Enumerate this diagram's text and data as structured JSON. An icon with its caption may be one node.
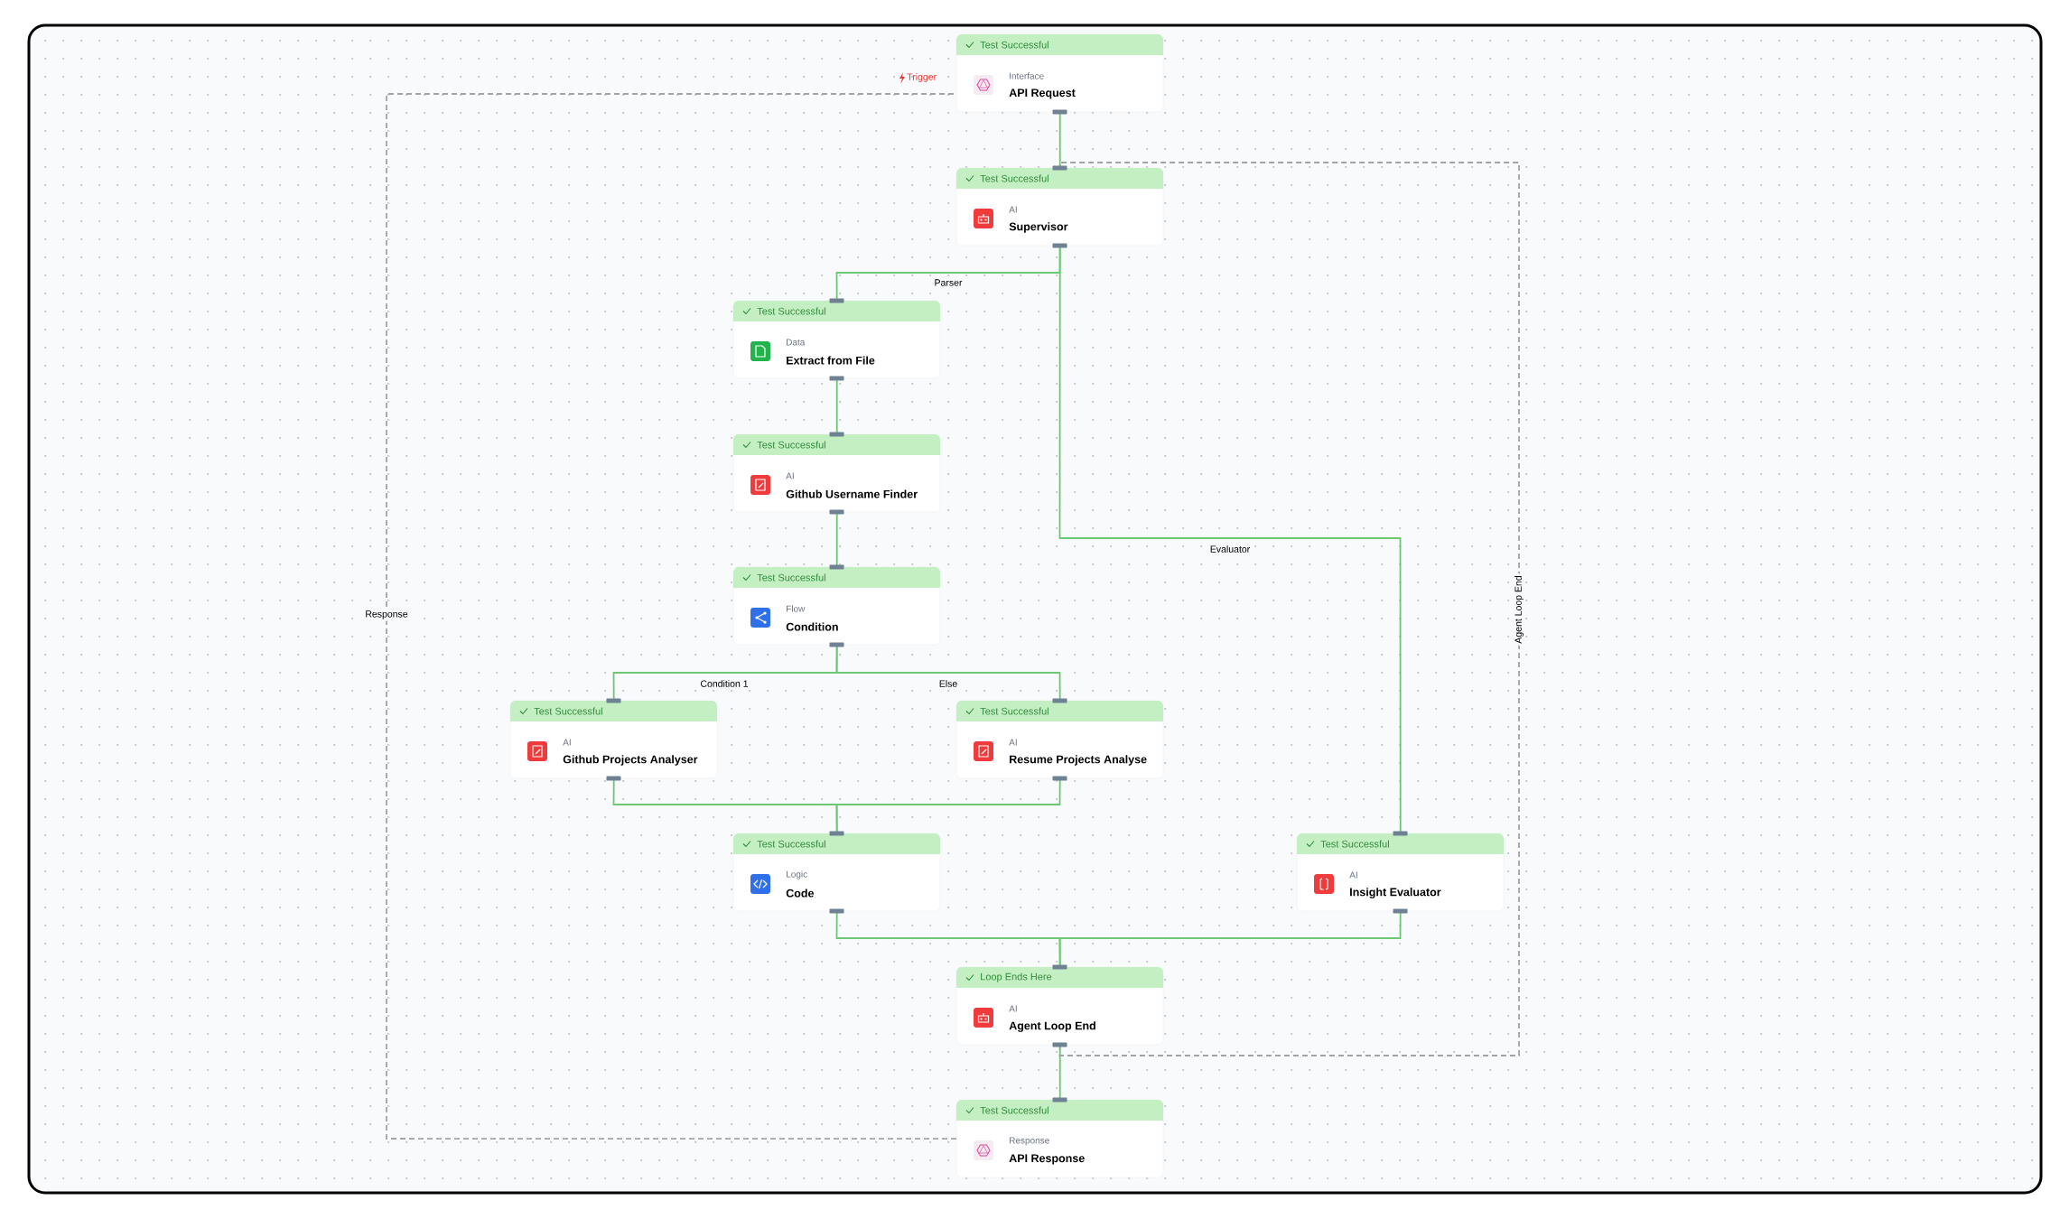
{
  "diagram": {
    "nodes": [
      {
        "text": [
          "Test Successful",
          "Interface",
          "API Request"
        ]
      },
      {
        "text": [
          "Test Successful",
          "AI",
          "Supervisor"
        ]
      },
      {
        "text": [
          "Test Successful",
          "Data",
          "Extract from File"
        ]
      },
      {
        "text": [
          "Test Successful",
          "AI",
          "Github Username Finder"
        ]
      },
      {
        "text": [
          "Test Successful",
          "Flow",
          "Condition"
        ]
      },
      {
        "text": [
          "Test Successful",
          "AI",
          "Github Projects Analyser"
        ]
      },
      {
        "text": [
          "Test Successful",
          "AI",
          "Resume Projects Analyse"
        ]
      },
      {
        "text": [
          "Test Successful",
          "Logic",
          "Code"
        ]
      },
      {
        "text": [
          "Test Successful",
          "AI",
          "Insight Evaluator"
        ]
      },
      {
        "text": [
          "Loop Ends Here",
          "AI",
          "Agent Loop End"
        ]
      },
      {
        "text": [
          "Test Successful",
          "Response",
          "API Response"
        ]
      }
    ],
    "edges": [
      {
        "from": 0,
        "to": 1,
        "arrow": "none"
      },
      {
        "from": 1,
        "to": 2,
        "arrow": "none",
        "label": "Parser"
      },
      {
        "from": 2,
        "to": 3,
        "arrow": "none"
      },
      {
        "from": 3,
        "to": 4,
        "arrow": "none"
      },
      {
        "from": 4,
        "to": 5,
        "arrow": "none",
        "label": "Condition 1"
      },
      {
        "from": 4,
        "to": 6,
        "arrow": "none",
        "label": "Else"
      },
      {
        "from": 5,
        "to": 7,
        "arrow": "none"
      },
      {
        "from": 6,
        "to": 7,
        "arrow": "none"
      },
      {
        "from": 1,
        "to": 8,
        "arrow": "none",
        "label": "Evaluator"
      },
      {
        "from": 7,
        "to": 9,
        "arrow": "none"
      },
      {
        "from": 8,
        "to": 9,
        "arrow": "none"
      },
      {
        "from": 9,
        "to": 10,
        "arrow": "none"
      },
      {
        "from": 9,
        "to": 1,
        "arrow": "none",
        "label": "Agent Loop End",
        "style": "dashed",
        "color": "#a3a3a3"
      },
      {
        "from": 10,
        "to": 0,
        "arrow": "none",
        "label": "Response",
        "style": "dashed",
        "color": "#a3a3a3"
      }
    ],
    "labels": [
      "Trigger"
    ]
  }
}
